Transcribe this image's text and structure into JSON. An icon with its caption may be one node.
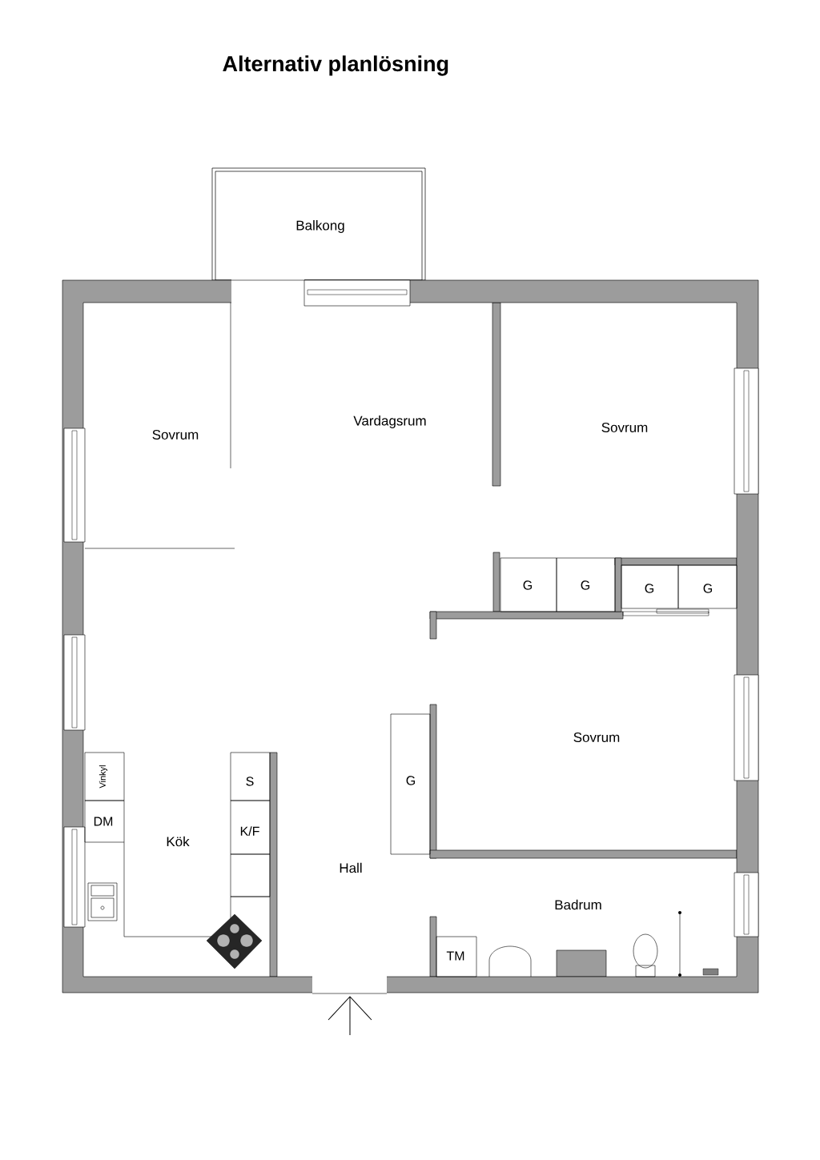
{
  "diagram": {
    "title": "Alternativ planlösning",
    "labels": [
      "Balkong",
      "Sovrum",
      "Vardagsrum",
      "Sovrum",
      "G",
      "G",
      "G",
      "G",
      "Sovrum",
      "Vinkyl",
      "S",
      "G",
      "DM",
      "Kök",
      "K/F",
      "Hall",
      "Badrum",
      "TM"
    ]
  }
}
